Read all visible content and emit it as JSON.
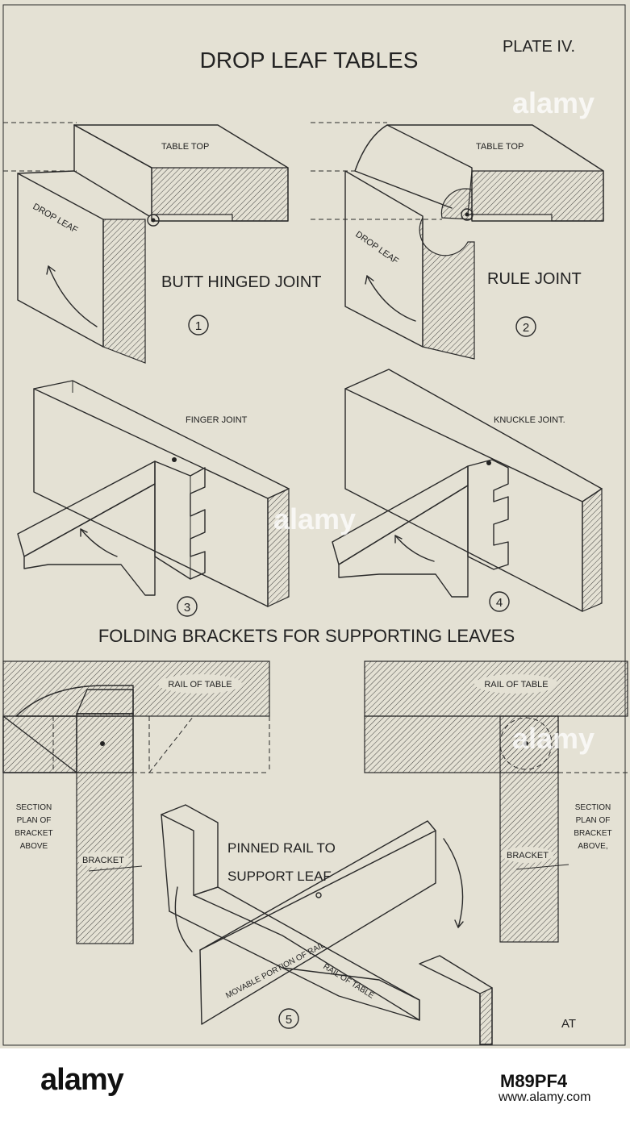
{
  "plate": {
    "title": "DROP LEAF TABLES",
    "plate_label": "PLATE IV.",
    "section_heading": "FOLDING BRACKETS FOR SUPPORTING LEAVES",
    "monogram": "AT"
  },
  "figures": {
    "fig1": {
      "number": "1",
      "caption": "BUTT HINGED JOINT",
      "top_label": "TABLE TOP",
      "leaf_label": "DROP LEAF"
    },
    "fig2": {
      "number": "2",
      "caption": "RULE JOINT",
      "top_label": "TABLE TOP",
      "leaf_label": "DROP LEAF"
    },
    "fig3": {
      "number": "3",
      "caption": "FINGER JOINT"
    },
    "fig4": {
      "number": "4",
      "caption": "KNUCKLE JOINT."
    },
    "fig5": {
      "number": "5",
      "caption_line1": "PINNED RAIL TO",
      "caption_line2": "SUPPORT LEAF",
      "movable_label": "MOVABLE PORTION OF RAIL",
      "rail_label": "RAIL OF TABLE"
    },
    "left_section": {
      "rail_label": "RAIL OF TABLE",
      "bracket_label": "BRACKET",
      "note": [
        "SECTION",
        "PLAN OF",
        "BRACKET",
        "ABOVE"
      ]
    },
    "right_section": {
      "rail_label": "RAIL OF TABLE",
      "bracket_label": "BRACKET",
      "note": [
        "SECTION",
        "PLAN OF",
        "BRACKET",
        "ABOVE,"
      ]
    }
  },
  "watermark": {
    "text": "alamy"
  },
  "stock_bar": {
    "logo": "alamy",
    "image_id": "M89PF4",
    "site": "www.alamy.com"
  }
}
